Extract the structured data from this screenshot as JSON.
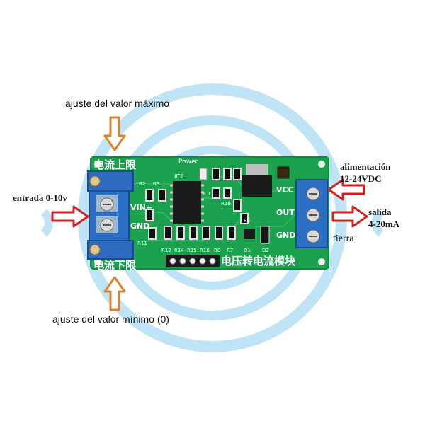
{
  "labels": {
    "max_adjust": "ajuste del valor máximo",
    "min_adjust": "ajuste del valor mínimo (0)",
    "input": "entrada 0-10v",
    "power_line1": "alimentación",
    "power_line2": "12-24VDC",
    "output_line1": "salida",
    "output_line2": "4-20mA",
    "ground": "tierra"
  },
  "board": {
    "top_title": "电流上限",
    "bottom_title": "电流下限",
    "module_title": "电压转电流模块",
    "power_mark": "Power",
    "vin_plus": "VIN+",
    "gnd_left": "GND",
    "vcc": "VCC",
    "out": "OUT",
    "gnd_right": "GND",
    "ic_label": "IC2",
    "ic1_label": "IC1",
    "ref_r2": "R2",
    "ref_r3": "R3",
    "ref_r10": "R10",
    "ref_r4": "R4",
    "ref_r11": "R11",
    "ref_r12": "R12",
    "ref_r14": "R14",
    "ref_r15": "R15",
    "ref_r16": "R16",
    "ref_r8": "R8",
    "ref_r7": "R7",
    "ref_q1": "Q1",
    "ref_d2": "D2"
  },
  "colors": {
    "pcb": "#1ca24f",
    "pcb_dark": "#128a40",
    "terminal_blue": "#2a6fc4",
    "watermark": "#a9dcf2",
    "arrow_red": "#d42020",
    "arrow_orange": "#d8832e"
  },
  "icons": {
    "arrow_right": "arrow-right-icon",
    "arrow_left": "arrow-left-icon",
    "arrow_down": "arrow-down-icon",
    "arrow_up": "arrow-up-icon"
  }
}
